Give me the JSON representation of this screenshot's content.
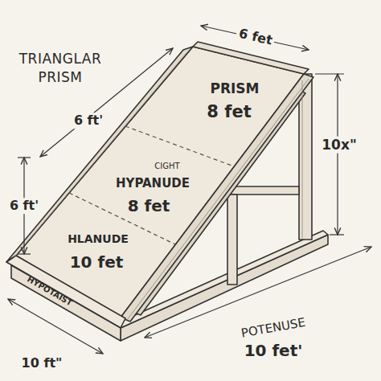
{
  "diagram": {
    "title": "TRIANGLAR PRISM",
    "labels": [
      "6 fet",
      "6 ft'",
      "10x\"",
      "PRISM",
      "8 fet",
      "CIGHT",
      "HYPANUDE",
      "8 fet",
      "6 ft'",
      "HLANUDE",
      "10 fet",
      "HYPOTAIST",
      "10 ft\"",
      "POTENUSE",
      "10 fet'"
    ]
  }
}
